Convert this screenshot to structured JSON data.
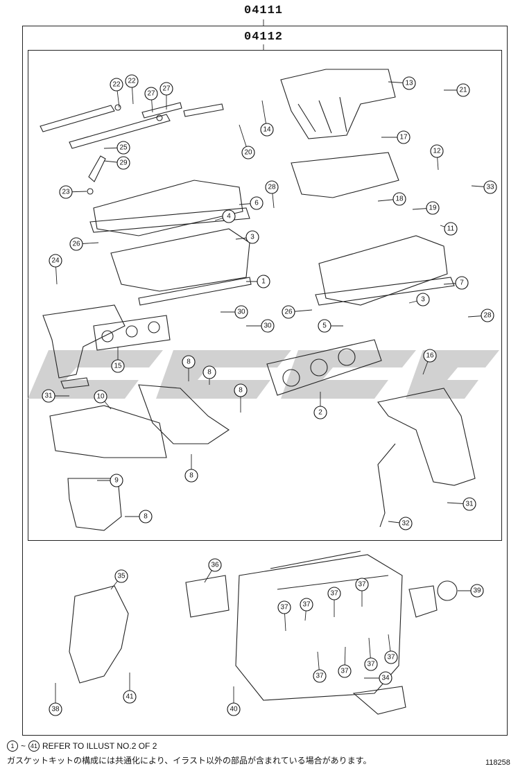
{
  "header": {
    "outer_code": "04111",
    "inner_code": "04112"
  },
  "callouts": [
    {
      "id": "c22a",
      "label": "22"
    },
    {
      "id": "c22b",
      "label": "22"
    },
    {
      "id": "c27a",
      "label": "27"
    },
    {
      "id": "c27b",
      "label": "27"
    },
    {
      "id": "c25",
      "label": "25"
    },
    {
      "id": "c29",
      "label": "29"
    },
    {
      "id": "c23",
      "label": "23"
    },
    {
      "id": "c20",
      "label": "20"
    },
    {
      "id": "c14",
      "label": "14"
    },
    {
      "id": "c13",
      "label": "13"
    },
    {
      "id": "c21",
      "label": "21"
    },
    {
      "id": "c17",
      "label": "17"
    },
    {
      "id": "c12",
      "label": "12"
    },
    {
      "id": "c33",
      "label": "33"
    },
    {
      "id": "c28a",
      "label": "28"
    },
    {
      "id": "c6",
      "label": "6"
    },
    {
      "id": "c4",
      "label": "4"
    },
    {
      "id": "c18",
      "label": "18"
    },
    {
      "id": "c19",
      "label": "19"
    },
    {
      "id": "c11",
      "label": "11"
    },
    {
      "id": "c26a",
      "label": "26"
    },
    {
      "id": "c3a",
      "label": "3"
    },
    {
      "id": "c24",
      "label": "24"
    },
    {
      "id": "c1",
      "label": "1"
    },
    {
      "id": "c7",
      "label": "7"
    },
    {
      "id": "c26b",
      "label": "26"
    },
    {
      "id": "c3b",
      "label": "3"
    },
    {
      "id": "c30a",
      "label": "30"
    },
    {
      "id": "c30b",
      "label": "30"
    },
    {
      "id": "c5",
      "label": "5"
    },
    {
      "id": "c28b",
      "label": "28"
    },
    {
      "id": "c15",
      "label": "15"
    },
    {
      "id": "c8a",
      "label": "8"
    },
    {
      "id": "c8b",
      "label": "8"
    },
    {
      "id": "c8c",
      "label": "8"
    },
    {
      "id": "c16",
      "label": "16"
    },
    {
      "id": "c2",
      "label": "2"
    },
    {
      "id": "c31a",
      "label": "31"
    },
    {
      "id": "c10",
      "label": "10"
    },
    {
      "id": "c8d",
      "label": "8"
    },
    {
      "id": "c9",
      "label": "9"
    },
    {
      "id": "c8e",
      "label": "8"
    },
    {
      "id": "c31b",
      "label": "31"
    },
    {
      "id": "c32",
      "label": "32"
    },
    {
      "id": "c35",
      "label": "35"
    },
    {
      "id": "c36",
      "label": "36"
    },
    {
      "id": "c37a",
      "label": "37"
    },
    {
      "id": "c37b",
      "label": "37"
    },
    {
      "id": "c37c",
      "label": "37"
    },
    {
      "id": "c37d",
      "label": "37"
    },
    {
      "id": "c37e",
      "label": "37"
    },
    {
      "id": "c37f",
      "label": "37"
    },
    {
      "id": "c37g",
      "label": "37"
    },
    {
      "id": "c37h",
      "label": "37"
    },
    {
      "id": "c39",
      "label": "39"
    },
    {
      "id": "c34",
      "label": "34"
    },
    {
      "id": "c41",
      "label": "41"
    },
    {
      "id": "c38",
      "label": "38"
    },
    {
      "id": "c40",
      "label": "40"
    }
  ],
  "footnote": {
    "range_start": "1",
    "range_end": "41",
    "tilde": "~",
    "text": "REFER TO ILLUST NO.2 OF 2",
    "japanese": "ガスケットキットの構成には共通化により、イラスト以外の部品が含まれている場合があります。"
  },
  "illustration_number": "118258",
  "colors": {
    "line": "#222222",
    "watermark": "#c9c9c9"
  }
}
